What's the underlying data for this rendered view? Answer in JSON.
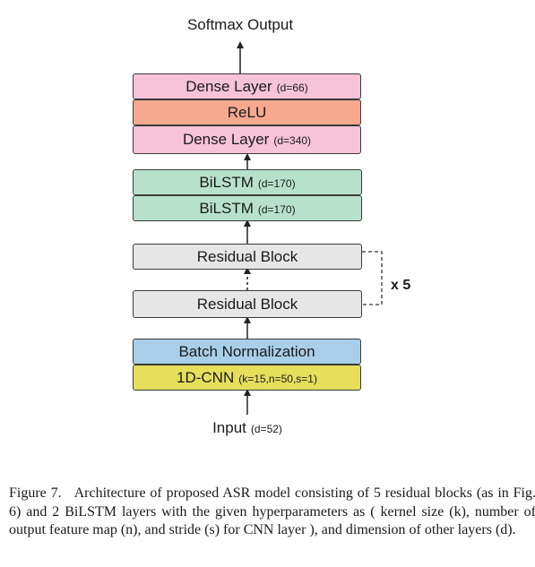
{
  "diagram": {
    "output_label": "Softmax Output",
    "dense_top": {
      "label": "Dense Layer",
      "param": "(d=66)"
    },
    "relu": {
      "label": "ReLU"
    },
    "dense_bottom": {
      "label": "Dense Layer",
      "param": "(d=340)"
    },
    "bilstm_top": {
      "label": "BiLSTM",
      "param": "(d=170)"
    },
    "bilstm_bottom": {
      "label": "BiLSTM",
      "param": "(d=170)"
    },
    "residual_top": {
      "label": "Residual Block"
    },
    "residual_bottom": {
      "label": "Residual Block"
    },
    "repeat_label": "x 5",
    "batchnorm": {
      "label": "Batch Normalization"
    },
    "cnn": {
      "label": "1D-CNN",
      "param": "(k=15,n=50,s=1)"
    },
    "input": {
      "label": "Input",
      "param": "(d=52)"
    },
    "colors": {
      "dense": "#f7c3d8",
      "relu": "#f6a98f",
      "bilstm": "#b8e1cd",
      "residual": "#e6e6e6",
      "batchnorm": "#a9cfe8",
      "cnn": "#e6df5c"
    }
  },
  "caption": {
    "figure_label": "Figure 7.",
    "text": "Architecture of proposed ASR model consisting of 5 residual blocks (as in Fig. 6) and 2 BiLSTM layers with the given hyperparameters as ( kernel size (k), number of output feature map (n), and stride (s) for CNN layer ), and dimension of other layers (d)."
  }
}
